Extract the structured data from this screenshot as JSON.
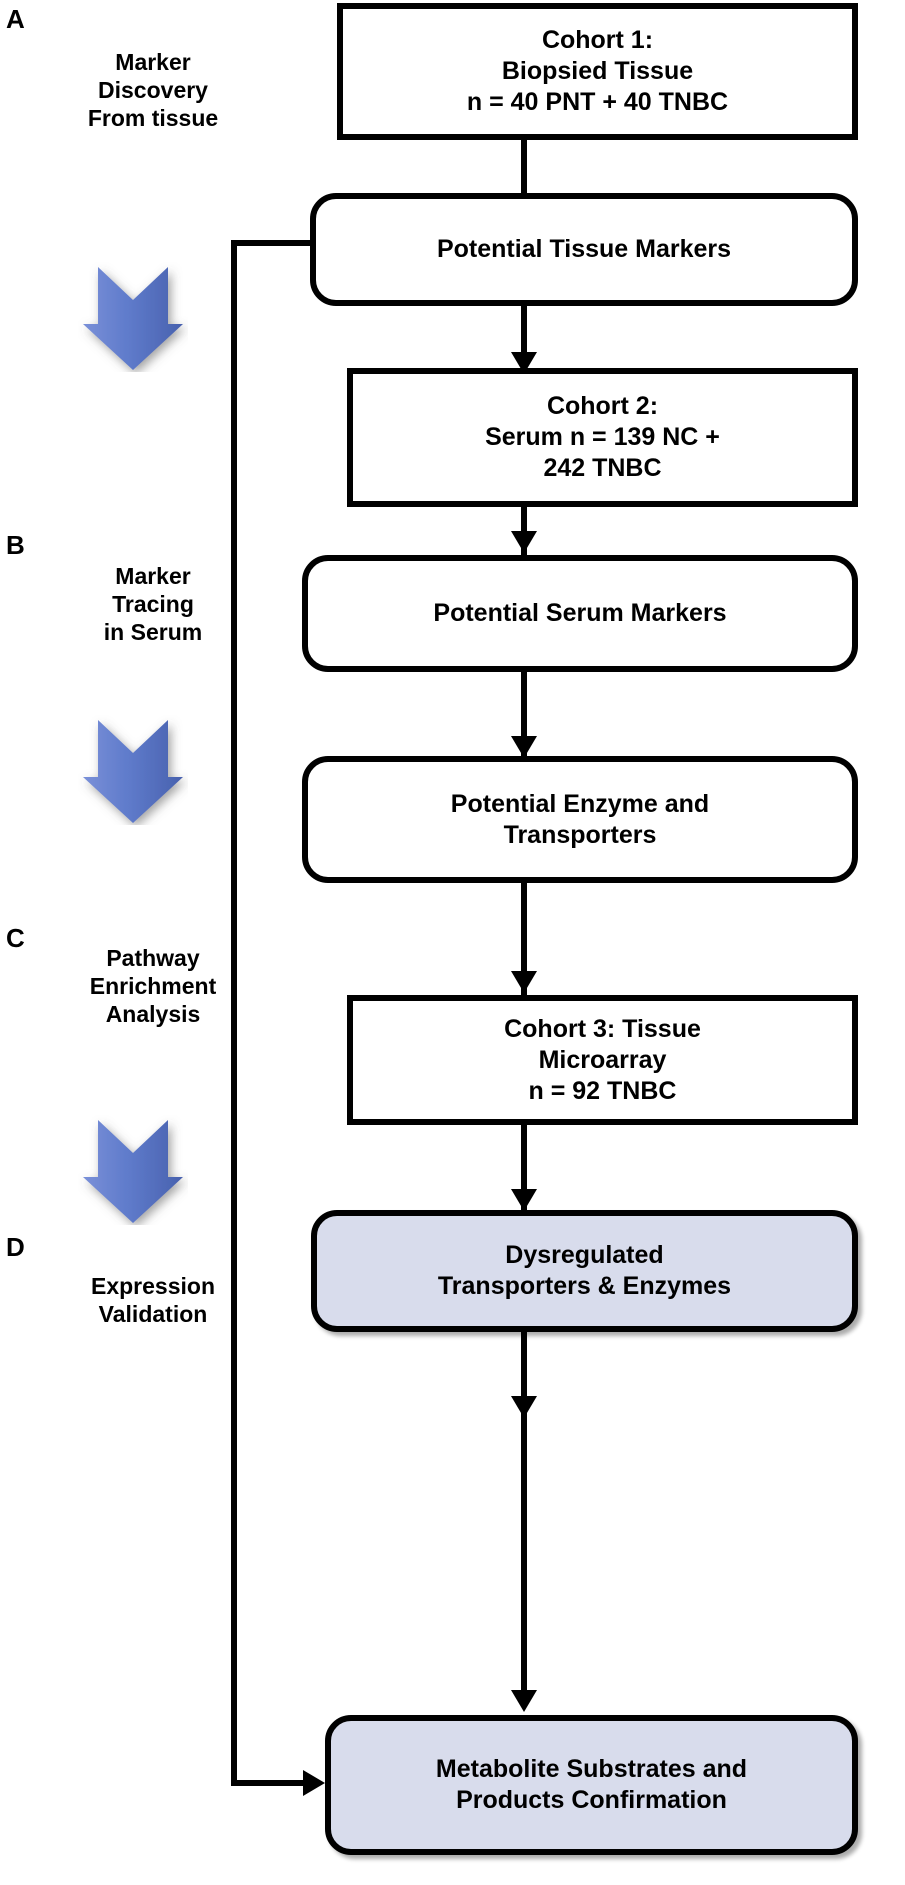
{
  "figure": {
    "type": "flowchart",
    "orientation": "vertical",
    "panels": [
      {
        "letter": "A",
        "caption": "Marker\nDiscovery\nFrom tissue"
      },
      {
        "letter": "B",
        "caption": "Marker\nTracing\nin Serum"
      },
      {
        "letter": "C",
        "caption": "Pathway\nEnrichment\nAnalysis"
      },
      {
        "letter": "D",
        "caption": "Expression\nValidation"
      }
    ],
    "nodes": [
      {
        "id": "cohort1",
        "text": "Cohort 1:\nBiopsied Tissue\nn = 40 PNT + 40 TNBC",
        "shape": "rectangle",
        "fill": "#ffffff"
      },
      {
        "id": "tissue_markers",
        "text": "Potential Tissue Markers",
        "shape": "rounded-rectangle",
        "fill": "#ffffff"
      },
      {
        "id": "cohort2",
        "text": "Cohort 2:\nSerum n = 139 NC +\n242 TNBC",
        "shape": "rectangle",
        "fill": "#ffffff"
      },
      {
        "id": "serum_markers",
        "text": "Potential Serum Markers",
        "shape": "rounded-rectangle",
        "fill": "#ffffff"
      },
      {
        "id": "enzymes",
        "text": "Potential Enzyme and\nTransporters",
        "shape": "rounded-rectangle",
        "fill": "#ffffff"
      },
      {
        "id": "cohort3",
        "text": "Cohort 3: Tissue\nMicroarray\nn = 92 TNBC",
        "shape": "rectangle",
        "fill": "#ffffff"
      },
      {
        "id": "dysregulated",
        "text": "Dysregulated\nTransporters & Enzymes",
        "shape": "rounded-rectangle",
        "fill": "#d8dcec"
      },
      {
        "id": "metabolite",
        "text": "Metabolite Substrates and\nProducts Confirmation",
        "shape": "rounded-rectangle",
        "fill": "#d8dcec"
      }
    ],
    "edges": [
      {
        "from": "cohort1",
        "to": "tissue_markers",
        "style": "arrow-down"
      },
      {
        "from": "tissue_markers",
        "to": "cohort2",
        "style": "arrow-down"
      },
      {
        "from": "cohort2",
        "to": "serum_markers",
        "style": "arrow-down"
      },
      {
        "from": "serum_markers",
        "to": "enzymes",
        "style": "arrow-down"
      },
      {
        "from": "enzymes",
        "to": "cohort3",
        "style": "arrow-down"
      },
      {
        "from": "cohort3",
        "to": "dysregulated",
        "style": "arrow-down"
      },
      {
        "from": "dysregulated",
        "to": "metabolite",
        "style": "arrow-down"
      },
      {
        "from": "tissue_markers",
        "to": "metabolite",
        "style": "feedback-left-elbow-arrow-right"
      }
    ],
    "blue_arrows": [
      {
        "id": "blue-arrow-1",
        "after_panel": "A"
      },
      {
        "id": "blue-arrow-2",
        "after_panel": "B"
      },
      {
        "id": "blue-arrow-3",
        "after_panel": "C"
      }
    ],
    "colors": {
      "stroke": "#000000",
      "node_fill": "#ffffff",
      "highlight_fill": "#d8dcec",
      "blue_arrow_light": "#7289d4",
      "blue_arrow_dark": "#4a65b5",
      "background": "#ffffff"
    }
  }
}
